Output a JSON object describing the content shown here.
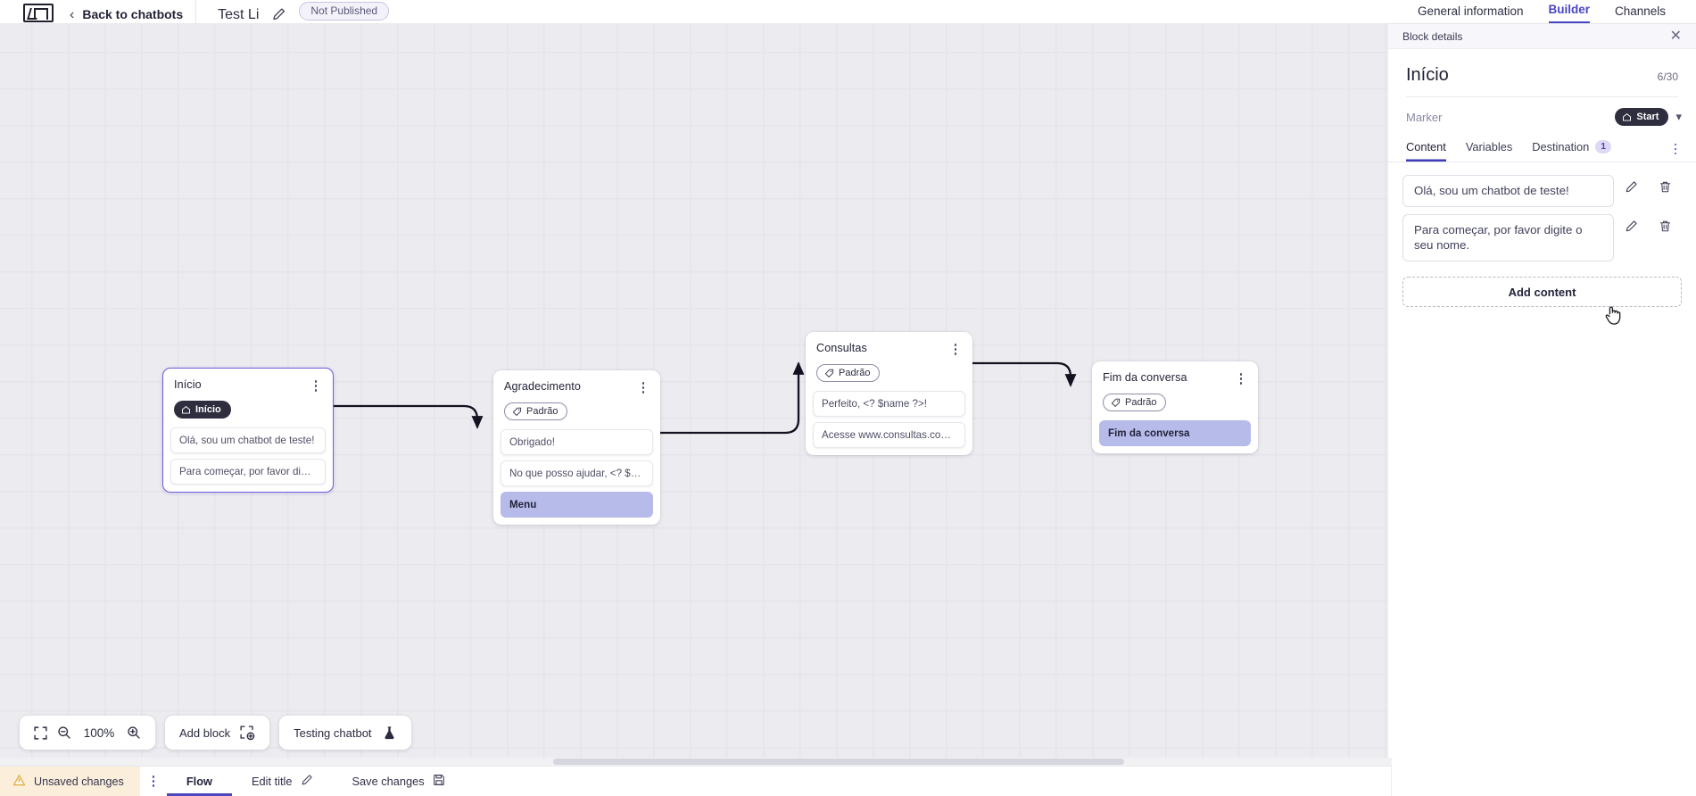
{
  "topbar": {
    "logo_name": "vtex-logo",
    "back_label": "Back to chatbots",
    "chatbot_name": "Test Li",
    "edit_title_icon": "pencil-icon",
    "publish_status": "Not Published"
  },
  "top_tabs": [
    {
      "label": "General information",
      "active": false
    },
    {
      "label": "Builder",
      "active": true
    },
    {
      "label": "Channels",
      "active": false
    }
  ],
  "canvas": {
    "zoom_level": "100%",
    "fit_icon": "fit-screen-icon",
    "zoom_out_icon": "zoom-out-icon",
    "zoom_in_icon": "zoom-in-icon",
    "add_block_label": "Add block",
    "add_block_icon": "add-block-icon",
    "testing_label": "Testing chatbot",
    "testing_icon": "flask-icon",
    "nodes": [
      {
        "id": "inicio",
        "title": "Início",
        "badge": "Início",
        "badge_type": "start",
        "badge_icon": "home-icon",
        "selected": true,
        "messages": [
          {
            "text": "Olá, sou um chatbot de teste!",
            "highlight": false
          },
          {
            "text": "Para começar, por favor digite o …",
            "highlight": false
          }
        ]
      },
      {
        "id": "agradecimento",
        "title": "Agradecimento",
        "badge": "Padrão",
        "badge_type": "default",
        "badge_icon": "tag-icon",
        "selected": false,
        "messages": [
          {
            "text": "Obrigado!",
            "highlight": false
          },
          {
            "text": "No que posso ajudar, <? $name …",
            "highlight": false
          },
          {
            "text": "Menu",
            "highlight": true
          }
        ]
      },
      {
        "id": "consultas",
        "title": "Consultas",
        "badge": "Padrão",
        "badge_type": "default",
        "badge_icon": "tag-icon",
        "selected": false,
        "messages": [
          {
            "text": "Perfeito, <? $name ?>!",
            "highlight": false
          },
          {
            "text": "Acesse www.consultas.com par…",
            "highlight": false
          }
        ]
      },
      {
        "id": "fim-da-conversa",
        "title": "Fim da conversa",
        "badge": "Padrão",
        "badge_type": "default",
        "badge_icon": "tag-icon",
        "selected": false,
        "messages": [
          {
            "text": "Fim da conversa",
            "highlight": true
          }
        ]
      }
    ]
  },
  "panel": {
    "header_label": "Block details",
    "close_icon": "close-icon",
    "title": "Início",
    "counter": "6/30",
    "marker_label": "Marker",
    "marker_value": "Start",
    "marker_icon": "home-icon",
    "marker_chevron": "chevron-down-icon",
    "tabs": [
      {
        "label": "Content",
        "active": true,
        "count": null
      },
      {
        "label": "Variables",
        "active": false,
        "count": null
      },
      {
        "label": "Destination",
        "active": false,
        "count": "1"
      }
    ],
    "more_icon": "kebab-menu-icon",
    "content_items": [
      {
        "text": "Olá, sou um chatbot de teste!",
        "edit_icon": "pencil-icon",
        "delete_icon": "trash-icon"
      },
      {
        "text": "Para começar, por favor digite o seu nome.",
        "edit_icon": "pencil-icon",
        "delete_icon": "trash-icon"
      }
    ],
    "add_content_label": "Add content"
  },
  "statusbar": {
    "warning_icon": "warning-icon",
    "unsaved_label": "Unsaved changes",
    "kebab_icon": "kebab-menu-icon",
    "items": [
      {
        "label": "Flow",
        "active": true,
        "icon": null
      },
      {
        "label": "Edit title",
        "active": false,
        "icon": "pencil-icon"
      },
      {
        "label": "Save changes",
        "active": false,
        "icon": "save-icon"
      }
    ]
  },
  "colors": {
    "accent": "#4b47bd",
    "canvas_bg": "#ececf0",
    "highlight": "#b7bbea",
    "warning_bg": "#fbeedb",
    "badge_dark": "#2e2e3f"
  }
}
